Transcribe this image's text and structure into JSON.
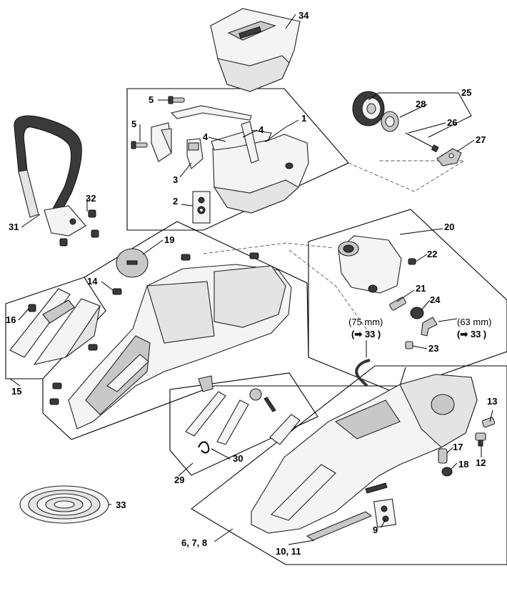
{
  "callouts": {
    "c1": "1",
    "c2": "2",
    "c3": "3",
    "c4a": "4",
    "c4b": "4",
    "c5a": "5",
    "c5b": "5",
    "c6": "6, 7, 8",
    "c9": "9",
    "c10": "10, 11",
    "c12": "12",
    "c13": "13",
    "c14": "14",
    "c15": "15",
    "c16": "16",
    "c17": "17",
    "c18": "18",
    "c19": "19",
    "c20": "20",
    "c21": "21",
    "c22": "22",
    "c23": "23",
    "c24": "24",
    "c25": "25",
    "c26": "26",
    "c27": "27",
    "c28": "28",
    "c29": "29",
    "c30": "30",
    "c31": "31",
    "c32": "32",
    "c33": "33",
    "c34": "34"
  },
  "notes": {
    "hose_75_size": "(75 mm)",
    "hose_75_ref": "(➡ 33 )",
    "hose_63_size": "(63 mm)",
    "hose_63_ref": "(➡ 33 )"
  }
}
